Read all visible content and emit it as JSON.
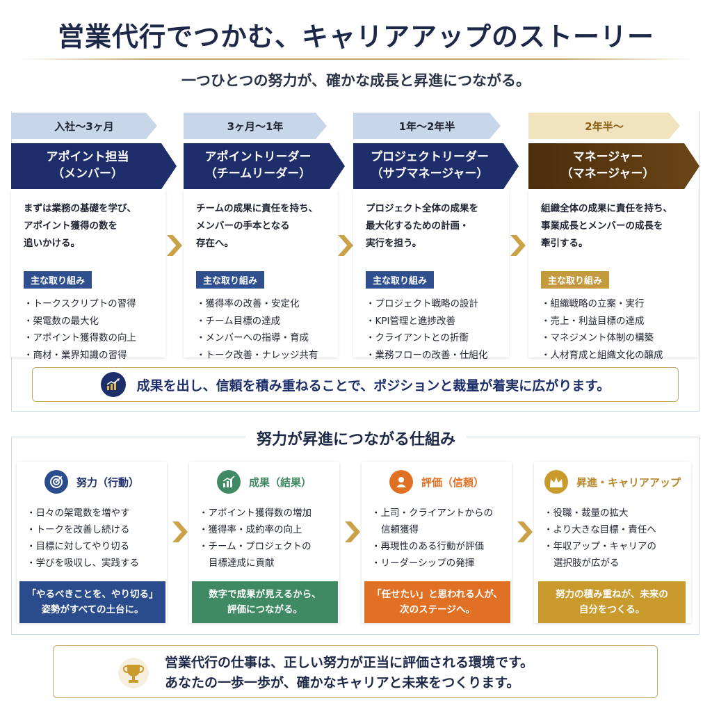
{
  "title": "営業代行でつかむ、キャリアアップのストーリー",
  "subtitle": "一つひとつの努力が、確かな成長と昇進につながる。",
  "stages": [
    {
      "period": "入社〜3ヶ月",
      "role_line1": "アポイント担当",
      "role_line2": "（メンバー）",
      "desc_lines": [
        "まずは業務の基礎を学び、",
        "アポイント獲得の数を",
        "追いかける。"
      ],
      "tag": "主な取り組み",
      "items": [
        "トークスクリプトの習得",
        "架電数の最大化",
        "アポイント獲得数の向上",
        "商材・業界知識の習得"
      ]
    },
    {
      "period": "3ヶ月〜1年",
      "role_line1": "アポイントリーダー",
      "role_line2": "（チームリーダー）",
      "desc_lines": [
        "チームの成果に責任を持ち、",
        "メンバーの手本となる",
        "存在へ。"
      ],
      "tag": "主な取り組み",
      "items": [
        "獲得率の改善・安定化",
        "チーム目標の達成",
        "メンバーへの指導・育成",
        "トーク改善・ナレッジ共有"
      ]
    },
    {
      "period": "1年〜2年半",
      "role_line1": "プロジェクトリーダー",
      "role_line2": "（サブマネージャー）",
      "desc_lines": [
        "プロジェクト全体の成果を",
        "最大化するための計画・",
        "実行を担う。"
      ],
      "tag": "主な取り組み",
      "items": [
        "プロジェクト戦略の設計",
        "KPI管理と進捗改善",
        "クライアントとの折衝",
        "業務フローの改善・仕組化"
      ]
    },
    {
      "period": "2年半〜",
      "role_line1": "マネージャー",
      "role_line2": "（マネージャー）",
      "desc_lines": [
        "組織全体の成果に責任を持ち、",
        "事業成長とメンバーの成長を",
        "牽引する。"
      ],
      "tag": "主な取り組み",
      "items": [
        "組織戦略の立案・実行",
        "売上・利益目標の達成",
        "マネジメント体制の構築",
        "人材育成と組織文化の醸成"
      ]
    }
  ],
  "banner1": "成果を出し、信頼を積み重ねることで、ポジションと裁量が着実に広がります。",
  "mechanism_title": "努力が昇進につながる仕組み",
  "mechanism": [
    {
      "label": "努力（行動）",
      "icon": "target-icon",
      "lines": [
        [
          "b",
          "日々の架電数を増やす"
        ],
        [
          "b",
          "トークを改善し続ける"
        ],
        [
          "b",
          "目標に対してやり切る"
        ],
        [
          "b",
          "学びを吸収し、実践する"
        ]
      ],
      "foot_lines": [
        "「やるべきことを、やり切る」",
        "姿勢がすべての土台に。"
      ]
    },
    {
      "label": "成果（結果）",
      "icon": "growth-chart-icon",
      "lines": [
        [
          "b",
          "アポイント獲得数の増加"
        ],
        [
          "b",
          "獲得率・成約率の向上"
        ],
        [
          "b",
          "チーム・プロジェクトの"
        ],
        [
          "c",
          "目標達成に貢献"
        ]
      ],
      "foot_lines": [
        "数字で成果が見えるから、",
        "評価につながる。"
      ]
    },
    {
      "label": "評価（信頼）",
      "icon": "person-icon",
      "lines": [
        [
          "b",
          "上司・クライアントからの"
        ],
        [
          "c",
          "信頼獲得"
        ],
        [
          "b",
          "再現性のある行動が評価"
        ],
        [
          "b",
          "リーダーシップの発揮"
        ]
      ],
      "foot_lines": [
        "「任せたい」と思われる人が、",
        "次のステージへ。"
      ]
    },
    {
      "label": "昇進・キャリアアップ",
      "icon": "crown-icon",
      "lines": [
        [
          "b",
          "役職・裁量の拡大"
        ],
        [
          "b",
          "より大きな目標・責任へ"
        ],
        [
          "b",
          "年収アップ・キャリアの"
        ],
        [
          "c",
          "選択肢が広がる"
        ]
      ],
      "foot_lines": [
        "努力の積み重ねが、未来の",
        "自分をつくる。"
      ]
    }
  ],
  "banner2_lines": [
    "営業代行の仕事は、正しい努力が正当に評価される環境です。",
    "あなたの一歩一歩が、確かなキャリアと未来をつくります。"
  ],
  "colors": {
    "navy": "#1d2e6b",
    "brown": "#5a3a12",
    "gold": "#c9a24a",
    "period_blue": "#c8d6ea",
    "period_gold": "#f2e3bf",
    "tag_blue": "#2f4f8f",
    "tag_gold": "#c49a3e",
    "mech_blue": "#2a4c8c",
    "mech_green": "#3f8a62",
    "mech_orange": "#e07124",
    "mech_gold": "#c99a2c"
  }
}
